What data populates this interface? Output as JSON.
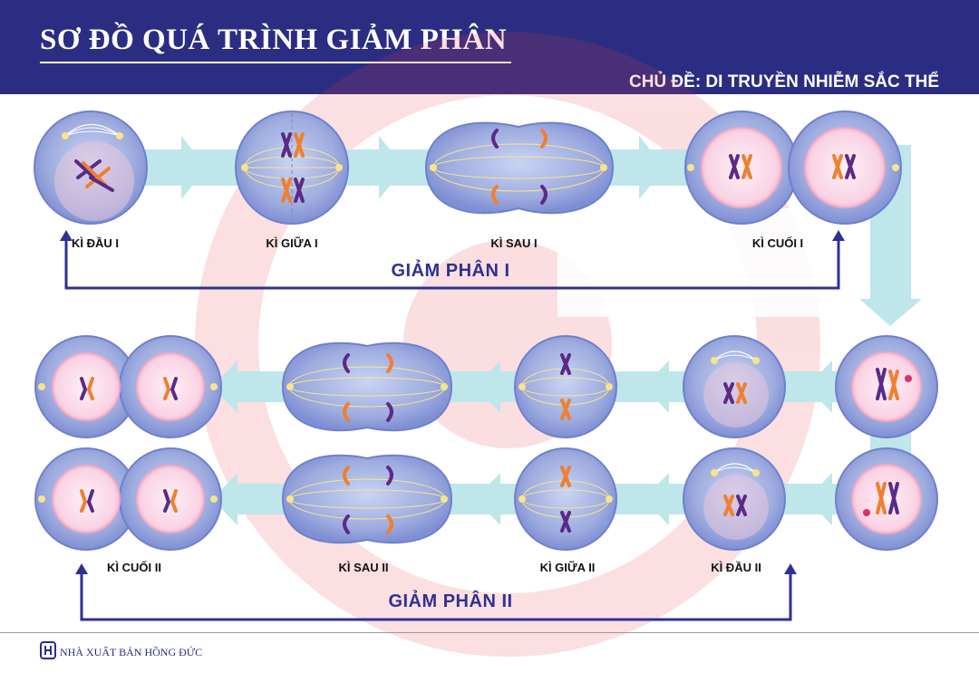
{
  "header": {
    "title": "SƠ ĐỒ QUÁ TRÌNH GIẢM PHÂN",
    "subtitle": "CHỦ ĐỀ: DI TRUYỀN NHIỄM SẮC THỂ"
  },
  "diagram": {
    "meiosis1": {
      "label": "GIẢM PHÂN I",
      "stages": [
        "KÌ ĐẦU I",
        "KÌ GIỮA I",
        "KÌ SAU I",
        "KÌ CUỐI I"
      ]
    },
    "meiosis2": {
      "label": "GIẢM PHÂN II",
      "stages": [
        "KÌ CUỐI II",
        "KÌ SAU II",
        "KÌ GIỮA II",
        "KÌ ĐẦU II"
      ]
    }
  },
  "footer": {
    "publisher": "NHÀ XUẤT BẢN HỒNG ĐỨC"
  },
  "colors": {
    "header_bg": "#2b2d82",
    "arrow_blue": "#2e3192",
    "chromosome_purple": "#5b2a86",
    "chromosome_orange": "#f07f2e"
  }
}
